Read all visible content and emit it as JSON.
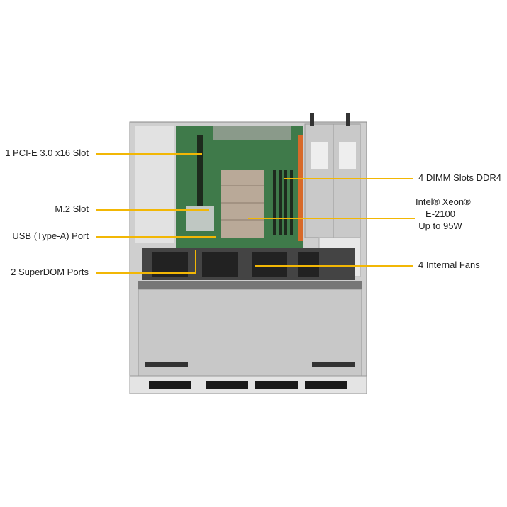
{
  "callouts": {
    "pcie": "1 PCI-E 3.0 x16 Slot",
    "m2": "M.2 Slot",
    "usb": "USB (Type-A)  Port",
    "superdom": "2 SuperDOM Ports",
    "dimm": "4 DIMM Slots DDR4",
    "cpu_line1": "Intel® Xeon®",
    "cpu_line2": "E-2100",
    "cpu_line3": "Up to 95W",
    "fans": "4 Internal  Fans"
  },
  "colors": {
    "callout_line": "#f2b705",
    "board": "#3f7a4a",
    "chassis": "#b8b8b8"
  }
}
